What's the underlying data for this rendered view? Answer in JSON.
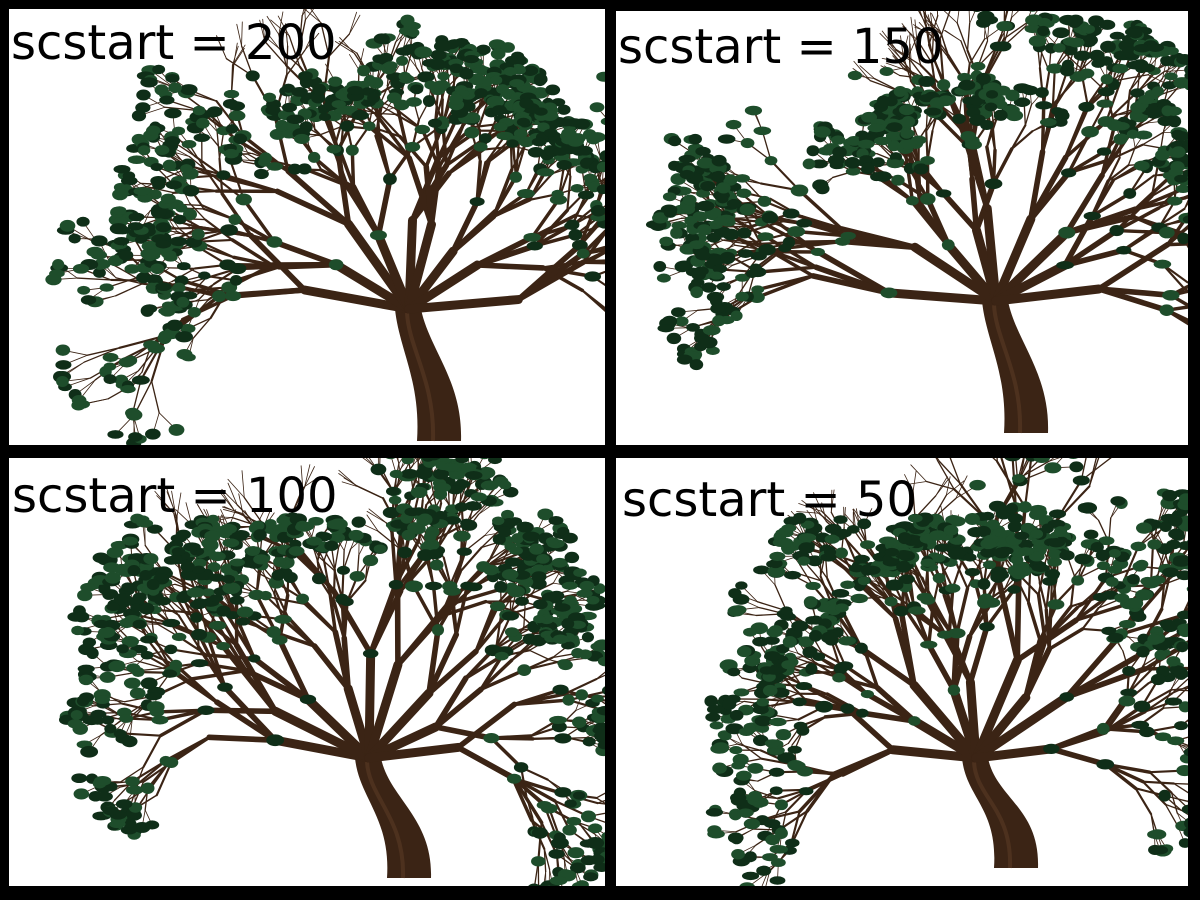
{
  "panels": [
    {
      "label": "scstart = 200"
    },
    {
      "label": "scstart = 150"
    },
    {
      "label": "scstart = 100"
    },
    {
      "label": "scstart = 50"
    }
  ],
  "colors": {
    "divider": "#000000",
    "background": "#ffffff",
    "trunk": "#3b2415",
    "bark_highlight": "#5a3a24",
    "leaf": "#1e4d2b",
    "leaf_dark": "#0f2e18"
  },
  "icons": [
    "tree-image"
  ]
}
